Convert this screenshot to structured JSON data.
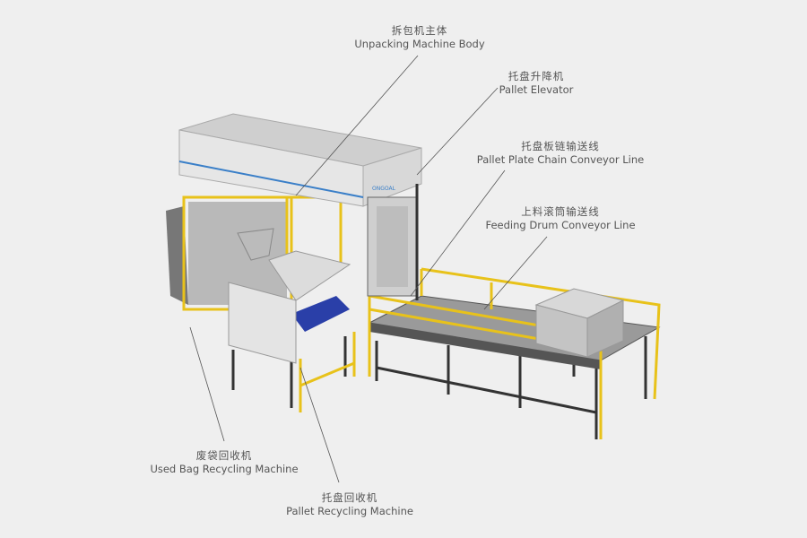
{
  "labels": {
    "body": {
      "zh": "拆包机主体",
      "en": "Unpacking Machine Body"
    },
    "elevator": {
      "zh": "托盘升降机",
      "en": "Pallet Elevator"
    },
    "plate_chain": {
      "zh": "托盘板链输送线",
      "en": "Pallet Plate Chain Conveyor Line"
    },
    "feeding_drum": {
      "zh": "上料滚筒输送线",
      "en": "Feeding Drum Conveyor Line"
    },
    "used_bag": {
      "zh": "废袋回收机",
      "en": "Used Bag Recycling Machine"
    },
    "pallet_recycling": {
      "zh": "托盘回收机",
      "en": "Pallet Recycling Machine"
    }
  },
  "colors": {
    "frame": "#e8c21a",
    "accent": "#3a7fc8",
    "pallet": "#2a3fa8",
    "background": "#efefef"
  }
}
